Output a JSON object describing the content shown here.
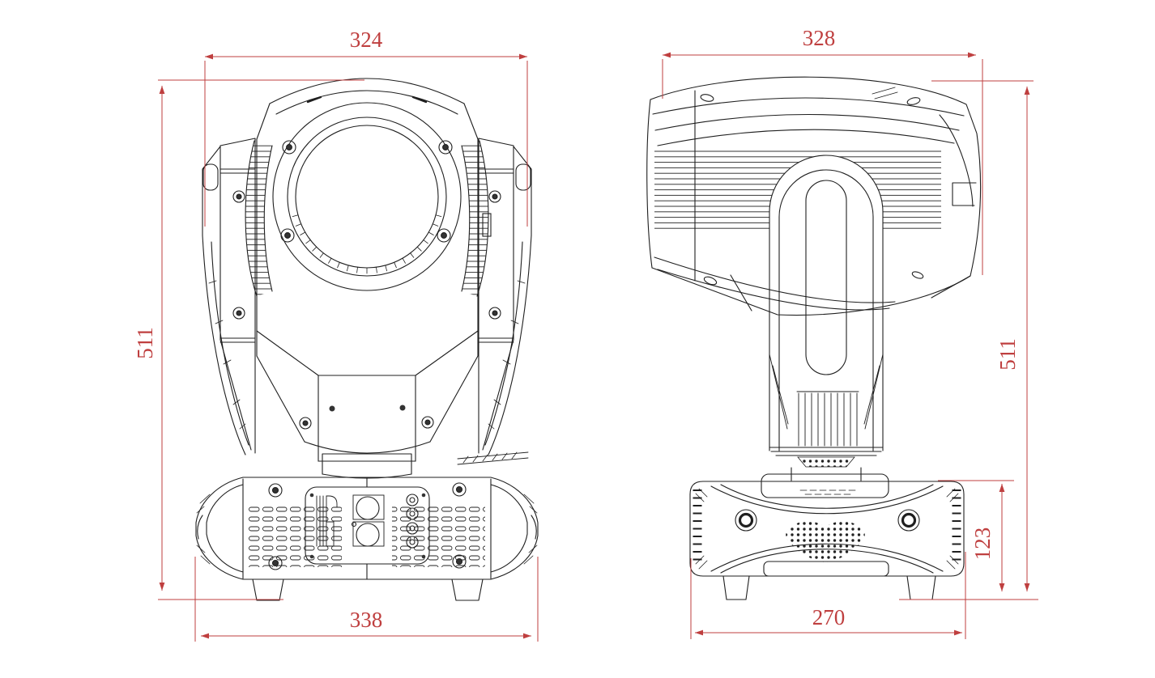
{
  "drawing": {
    "kind": "technical-dimension-drawing",
    "subject": "moving-head-light-fixture",
    "front_view": {
      "head_width": "324",
      "overall_height": "511",
      "base_width": "338"
    },
    "side_view": {
      "head_width": "328",
      "overall_height": "511",
      "base_height": "123",
      "base_width": "270"
    },
    "colors": {
      "dimension_red": "#bf3f3f",
      "line_black": "#1f1f1f",
      "background": "#ffffff"
    }
  }
}
